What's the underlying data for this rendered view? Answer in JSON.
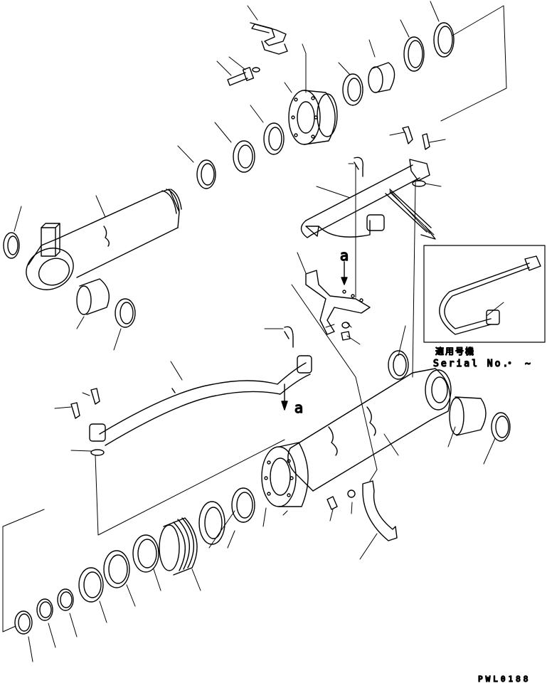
{
  "diagram": {
    "inset": {
      "applicability_label": "適用号機",
      "serial_label": "Serial No.",
      "serial_dot": "・",
      "serial_range": "~"
    },
    "view_marks": {
      "upper": "a",
      "lower": "a"
    },
    "drawing_code": "PWL0188"
  }
}
